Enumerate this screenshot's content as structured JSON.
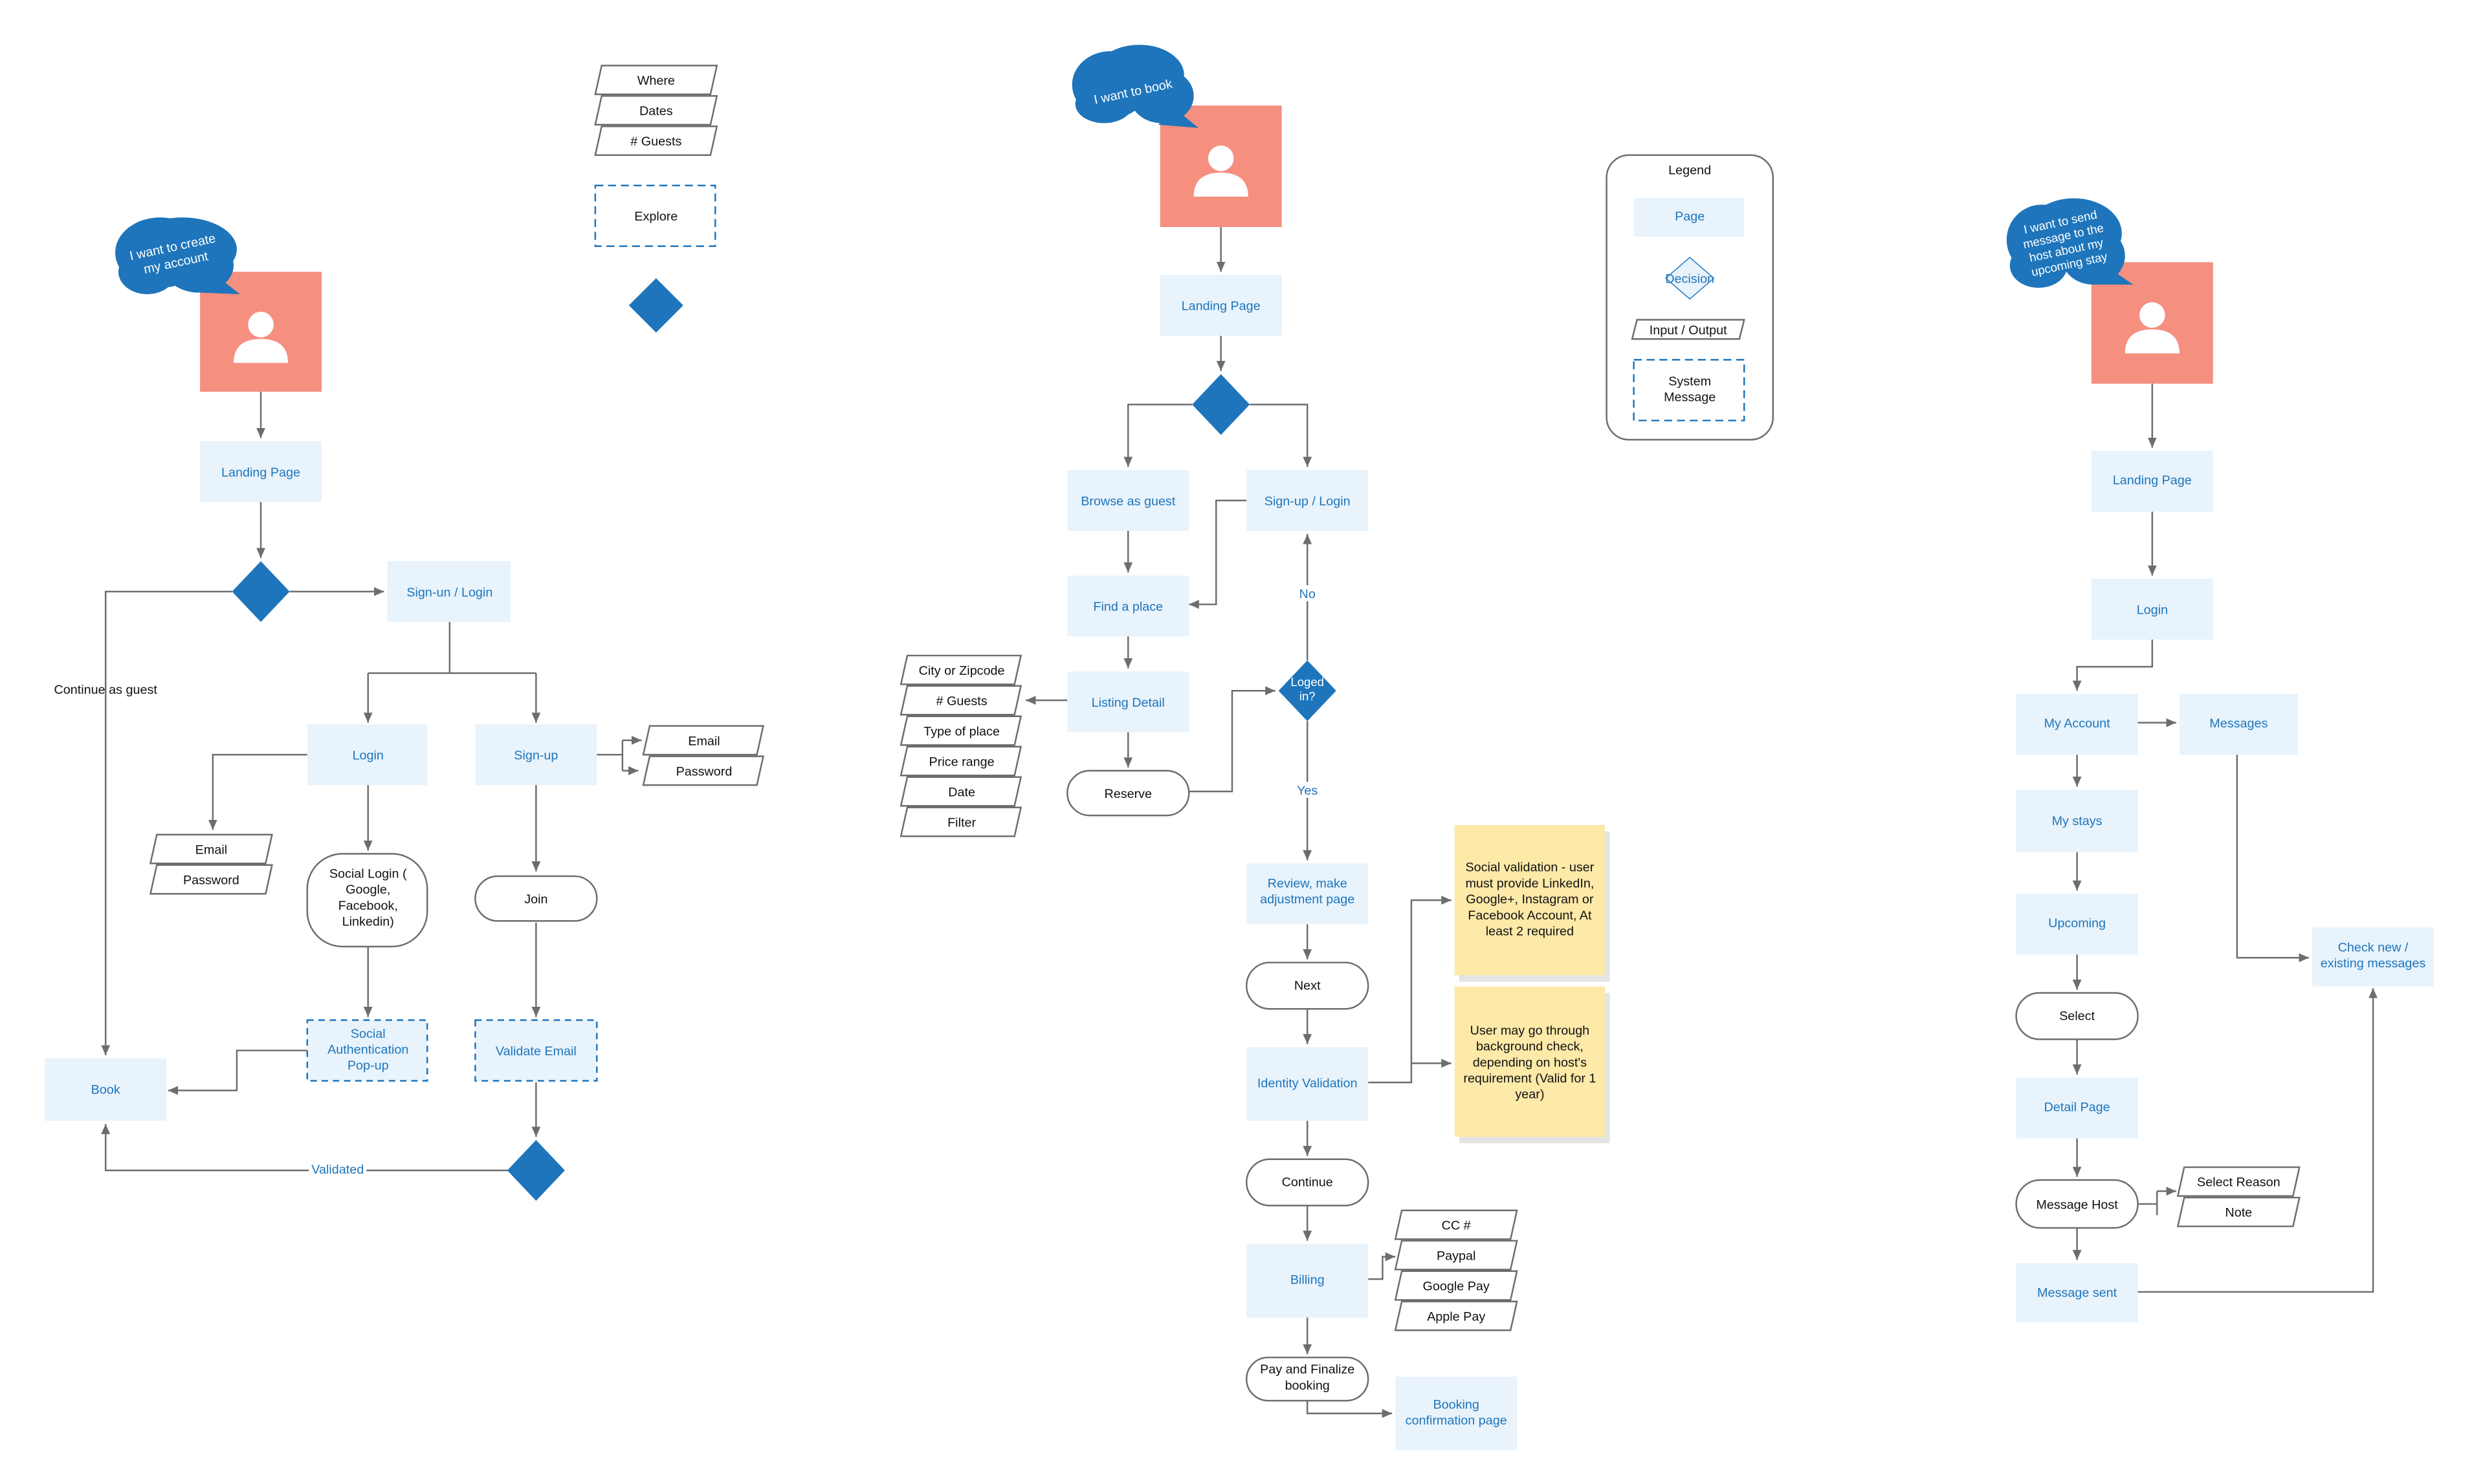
{
  "colors": {
    "page_fill": "#e8f3fc",
    "page_text": "#1e75bb",
    "decision": "#1e75bb",
    "persona": "#f58f80",
    "note": "#fde9a8",
    "line": "#6d6d6d",
    "text": "#111111"
  },
  "legend": {
    "title": "Legend",
    "page": "Page",
    "decision": "Decision",
    "io": "Input / Output",
    "system_line1": "System",
    "system_line2": "Message"
  },
  "top_inputs": {
    "where": "Where",
    "dates": "Dates",
    "guests": "# Guests",
    "explore": "Explore"
  },
  "flow_account": {
    "bubble_line1": "I want to create",
    "bubble_line2": "my account",
    "landing": "Landing Page",
    "signun_login": "Sign-un / Login",
    "continue_guest": "Continue as guest",
    "login": "Login",
    "signup": "Sign-up",
    "email": "Email",
    "password": "Password",
    "social_login": [
      "Social Login (",
      "Google,",
      "Facebook,",
      "Linkedin)"
    ],
    "join": "Join",
    "social_auth": [
      "Social",
      "Authentication",
      "Pop-up"
    ],
    "validate_email": "Validate Email",
    "book": "Book",
    "validated": "Validated"
  },
  "flow_booking": {
    "bubble": "I want to book",
    "landing": "Landing Page",
    "browse_guest": "Browse as guest",
    "signup_login": "Sign-up / Login",
    "find_place": "Find a place",
    "listing_detail": "Listing Detail",
    "filters": [
      "City or Zipcode",
      "# Guests",
      "Type of place",
      "Price range",
      "Date",
      "Filter"
    ],
    "reserve": "Reserve",
    "loged_in": [
      "Loged",
      "in?"
    ],
    "no": "No",
    "yes": "Yes",
    "review": [
      "Review, make",
      "adjustment page"
    ],
    "next": "Next",
    "identity": "Identity Validation",
    "note1": [
      "Social validation - user",
      "must provide LinkedIn,",
      "Google+, Instagram or",
      "Facebook Account, At",
      "least 2 required"
    ],
    "note2": [
      "User may go through",
      "background check,",
      "depending on host's",
      "requirement (Valid for 1",
      "year)"
    ],
    "continue": "Continue",
    "billing": "Billing",
    "payments": [
      "CC #",
      "Paypal",
      "Google Pay",
      "Apple Pay"
    ],
    "pay": [
      "Pay and Finalize",
      "booking"
    ],
    "confirmation": [
      "Booking",
      "confirmation page"
    ]
  },
  "flow_message": {
    "bubble": [
      "I want to send",
      "message to the",
      "host about my",
      "upcoming stay"
    ],
    "landing": "Landing Page",
    "login": "Login",
    "my_account": "My Account",
    "messages": "Messages",
    "my_stays": "My stays",
    "upcoming": "Upcoming",
    "select": "Select",
    "detail": "Detail Page",
    "message_host": "Message Host",
    "select_reason": "Select Reason",
    "note": "Note",
    "message_sent": "Message sent",
    "check_new": [
      "Check new /",
      "existing messages"
    ]
  }
}
